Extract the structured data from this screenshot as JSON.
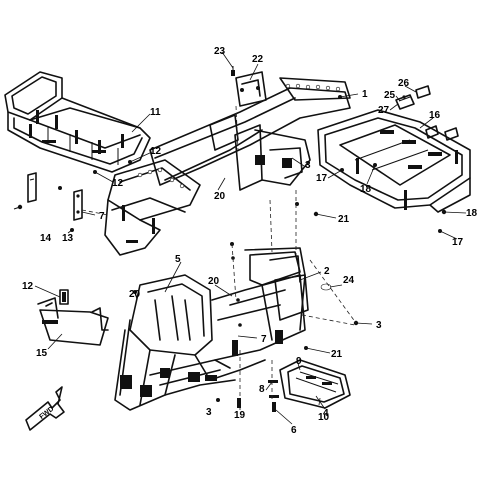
{
  "diagram": {
    "fwd_label": "FWD",
    "callouts": [
      "1",
      "2",
      "3",
      "4",
      "5",
      "6",
      "7",
      "8",
      "9",
      "10",
      "11",
      "12",
      "13",
      "14",
      "15",
      "16",
      "17",
      "18",
      "19",
      "20",
      "21",
      "22",
      "23",
      "24",
      "25",
      "26",
      "27"
    ]
  }
}
